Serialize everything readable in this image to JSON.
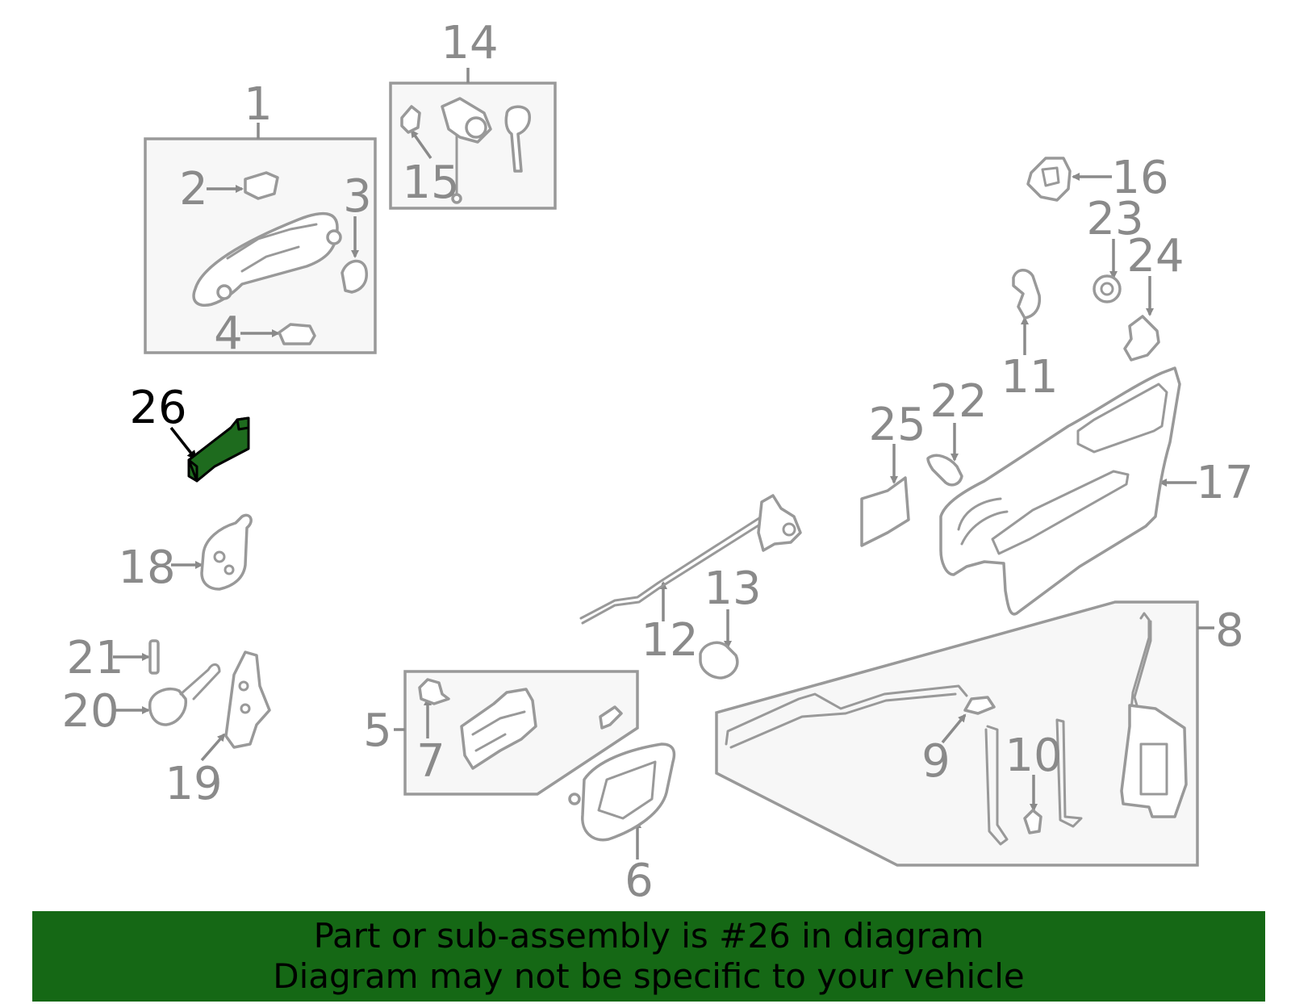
{
  "callouts": {
    "c1": "1",
    "c2": "2",
    "c3": "3",
    "c4": "4",
    "c5": "5",
    "c6": "6",
    "c7": "7",
    "c8": "8",
    "c9": "9",
    "c10": "10",
    "c11": "11",
    "c12": "12",
    "c13": "13",
    "c14": "14",
    "c15": "15",
    "c16": "16",
    "c17": "17",
    "c18": "18",
    "c19": "19",
    "c20": "20",
    "c21": "21",
    "c22": "22",
    "c23": "23",
    "c24": "24",
    "c25": "25",
    "c26": "26"
  },
  "highlighted_part": "26",
  "colors": {
    "highlight": "#1e6b1e",
    "banner": "#156815",
    "line": "#999999"
  },
  "banner": {
    "line1": "Part or sub-assembly is #26 in diagram",
    "line2": "Diagram may not be specific to your vehicle"
  }
}
